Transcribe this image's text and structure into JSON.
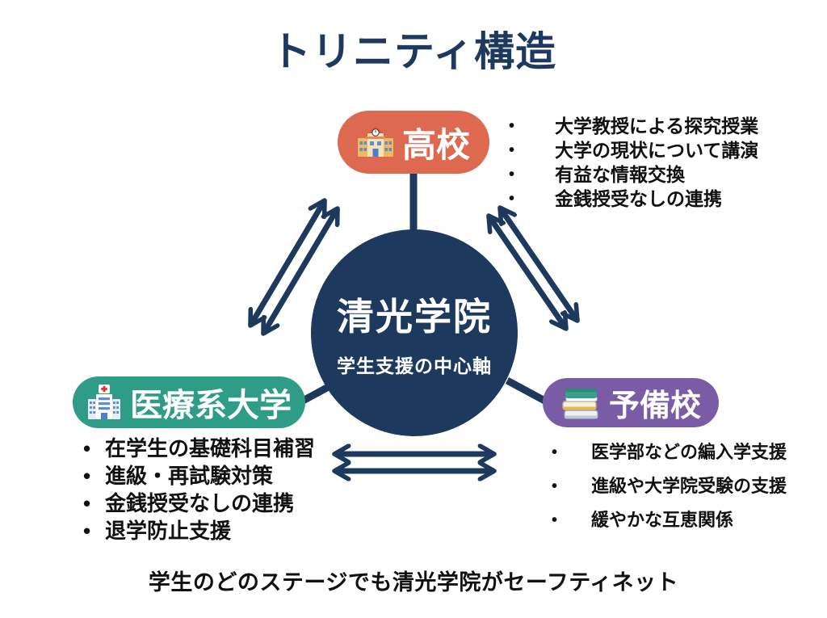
{
  "title": "トリニティ構造",
  "center": {
    "name": "清光学院",
    "subtitle": "学生支援の中心軸",
    "color": "#1d3a5e"
  },
  "nodes": {
    "school": {
      "label": "高校",
      "icon": "school-building-icon",
      "color": "#dc6950",
      "bullets": [
        "大学教授による探究授業",
        "大学の現状について講演",
        "有益な情報交換",
        "金銭授受なしの連携"
      ]
    },
    "medical": {
      "label": "医療系大学",
      "icon": "hospital-icon",
      "color": "#2e9c87",
      "bullets": [
        "在学生の基礎科目補習",
        "進級・再試験対策",
        "金銭授受なしの連携",
        "退学防止支援"
      ]
    },
    "prep": {
      "label": "予備校",
      "icon": "books-stack-icon",
      "color": "#7a5ca6",
      "bullets": [
        "医学部などの編入学支援",
        "進級や大学院受験の支援",
        "緩やかな互恵関係"
      ]
    }
  },
  "caption": "学生のどのステージでも清光学院がセーフティネット",
  "colors": {
    "navy": "#1d3a5e",
    "text": "#111111",
    "background": "#ffffff"
  }
}
